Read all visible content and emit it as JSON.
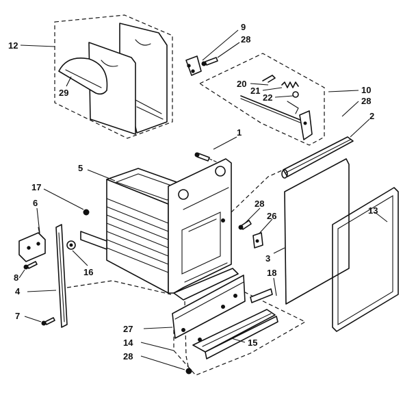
{
  "callouts": [
    {
      "id": "c1",
      "text": "1"
    },
    {
      "id": "c2",
      "text": "2"
    },
    {
      "id": "c3",
      "text": "3"
    },
    {
      "id": "c4",
      "text": "4"
    },
    {
      "id": "c5",
      "text": "5"
    },
    {
      "id": "c6",
      "text": "6"
    },
    {
      "id": "c7",
      "text": "7"
    },
    {
      "id": "c8",
      "text": "8"
    },
    {
      "id": "c9",
      "text": "9"
    },
    {
      "id": "c10",
      "text": "10"
    },
    {
      "id": "c12",
      "text": "12"
    },
    {
      "id": "c13",
      "text": "13"
    },
    {
      "id": "c14",
      "text": "14"
    },
    {
      "id": "c15",
      "text": "15"
    },
    {
      "id": "c16",
      "text": "16"
    },
    {
      "id": "c17",
      "text": "17"
    },
    {
      "id": "c18",
      "text": "18"
    },
    {
      "id": "c20",
      "text": "20"
    },
    {
      "id": "c21",
      "text": "21"
    },
    {
      "id": "c22",
      "text": "22"
    },
    {
      "id": "c26",
      "text": "26"
    },
    {
      "id": "c27",
      "text": "27"
    },
    {
      "id": "c28a",
      "text": "28"
    },
    {
      "id": "c28b",
      "text": "28"
    },
    {
      "id": "c28c",
      "text": "28"
    },
    {
      "id": "c28d",
      "text": "28"
    },
    {
      "id": "c29",
      "text": "29"
    }
  ]
}
